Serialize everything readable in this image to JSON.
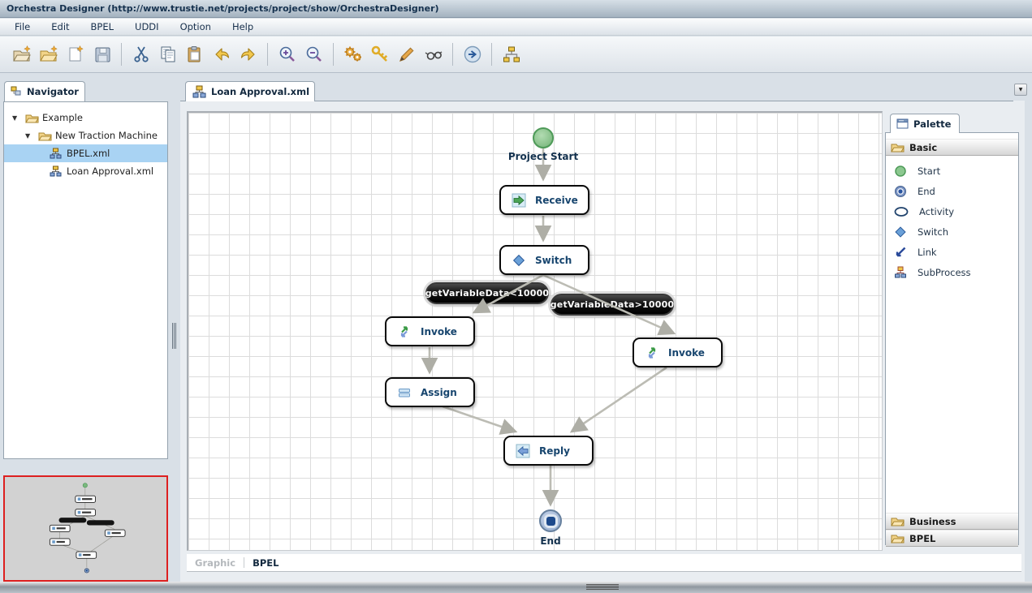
{
  "window": {
    "title": "Orchestra Designer (http://www.trustie.net/projects/project/show/OrchestraDesigner)"
  },
  "menu": {
    "items": [
      "File",
      "Edit",
      "BPEL",
      "UDDI",
      "Option",
      "Help"
    ]
  },
  "toolbar": {
    "icons": [
      "new-project",
      "open-folder",
      "new-file",
      "save",
      "cut",
      "copy",
      "paste",
      "undo",
      "redo",
      "zoom-in",
      "zoom-out",
      "process-settings",
      "key",
      "edit-pencil",
      "preview-glasses",
      "run",
      "process-tree"
    ]
  },
  "navigator": {
    "tab_label": "Navigator",
    "tree": [
      {
        "label": "Example",
        "type": "folder",
        "expanded": true
      },
      {
        "label": "New Traction Machine",
        "type": "folder",
        "expanded": true
      },
      {
        "label": "BPEL.xml",
        "type": "bpel-file",
        "selected": true
      },
      {
        "label": "Loan Approval.xml",
        "type": "bpel-file",
        "selected": false
      }
    ]
  },
  "editor": {
    "tab_label": "Loan Approval.xml",
    "dropdown_glyph": "▼",
    "bottom_tabs": {
      "graphic": "Graphic",
      "bpel": "BPEL"
    }
  },
  "diagram": {
    "start_label": "Project Start",
    "end_label": "End",
    "nodes": {
      "receive": "Receive",
      "switch": "Switch",
      "invoke_left": "Invoke",
      "invoke_right": "Invoke",
      "assign": "Assign",
      "reply": "Reply"
    },
    "conditions": {
      "left": "getVariableData<10000",
      "right": "getVariableData>10000"
    }
  },
  "palette": {
    "tab_label": "Palette",
    "sections": {
      "basic": "Basic",
      "business": "Business",
      "bpel": "BPEL"
    },
    "basic_items": [
      {
        "label": "Start"
      },
      {
        "label": "End"
      },
      {
        "label": "Activity"
      },
      {
        "label": "Switch"
      },
      {
        "label": "Link"
      },
      {
        "label": "SubProcess"
      }
    ]
  },
  "colors": {
    "selection": "#a9d3f3",
    "minimap_border": "#dd2020",
    "node_label": "#17456e",
    "pill_bg": "#111111",
    "start_green": "#72b276",
    "end_blue": "#1d4a8c",
    "arrow_gray": "#b6b6ae"
  }
}
